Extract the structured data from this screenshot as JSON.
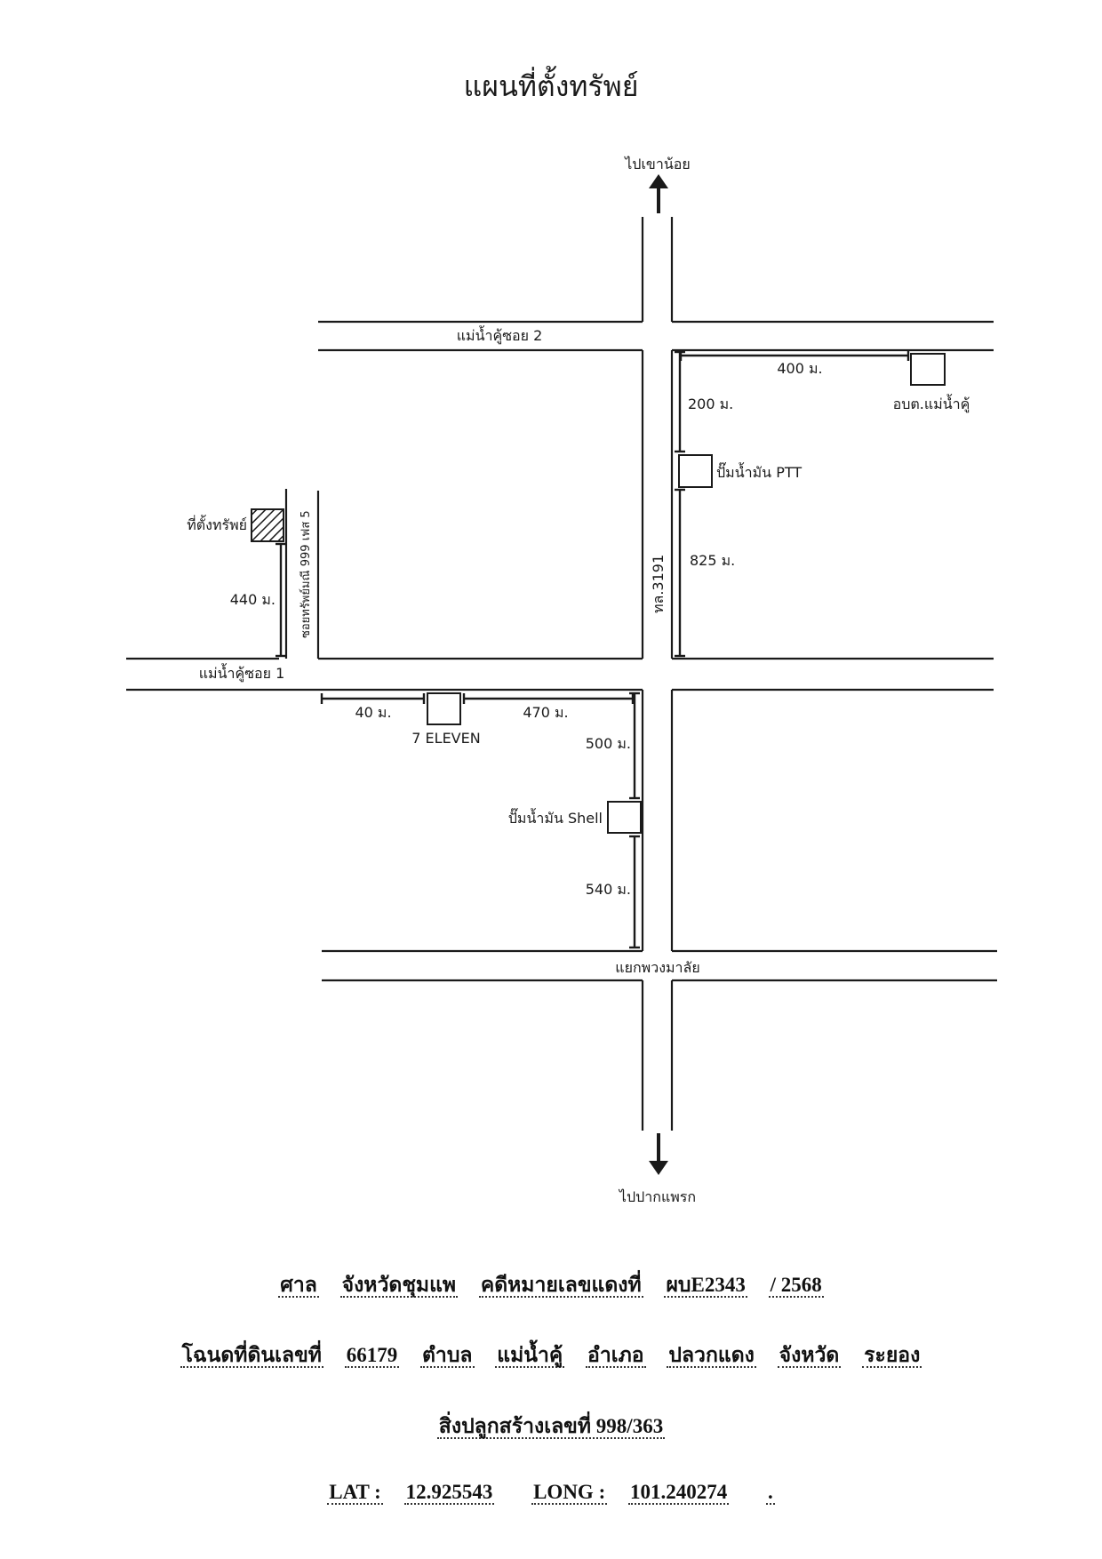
{
  "title": "แผนที่ตั้งทรัพย์",
  "labels": {
    "north_dest": "ไปเขาน้อย",
    "south_dest": "ไปปากแพรก",
    "soi2": "แม่น้ำคู้ซอย 2",
    "soi1": "แม่น้ำคู้ซอย 1",
    "highway": "ทล.3191",
    "side_soi": "ซอยทรัพย์มณี 999 เฟส 5",
    "junction": "แยกพวงมาลัย",
    "property": "ที่ตั้งทรัพย์",
    "obt": "อบต.แม่น้ำคู้",
    "ptt": "ปั๊มน้ำมัน PTT",
    "shell": "ปั๊มน้ำมัน Shell",
    "seven": "7 ELEVEN"
  },
  "distances": {
    "d400": "400 ม.",
    "d200": "200 ม.",
    "d825": "825 ม.",
    "d440": "440 ม.",
    "d40": "40 ม.",
    "d470": "470 ม.",
    "d500": "500 ม.",
    "d540": "540 ม."
  },
  "info": {
    "line1": {
      "p1": "ศาล",
      "p2": "จังหวัดชุมแพ",
      "p3": "คดีหมายเลขแดงที่",
      "case_no": "ผบE2343",
      "year": "/ 2568"
    },
    "line2": {
      "p1": "โฉนดที่ดินเลขที่",
      "deed_no": "66179",
      "p2": "ตำบล",
      "tambon": "แม่น้ำคู้",
      "p3": "อำเภอ",
      "amphoe": "ปลวกแดง",
      "p4": "จังหวัด",
      "province": "ระยอง"
    },
    "line3": {
      "text": "สิ่งปลูกสร้างเลขที่ 998/363"
    },
    "line4": {
      "lat_label": "LAT :",
      "lat": "12.925543",
      "long_label": "LONG :",
      "long": "101.240274",
      "end": "."
    }
  }
}
